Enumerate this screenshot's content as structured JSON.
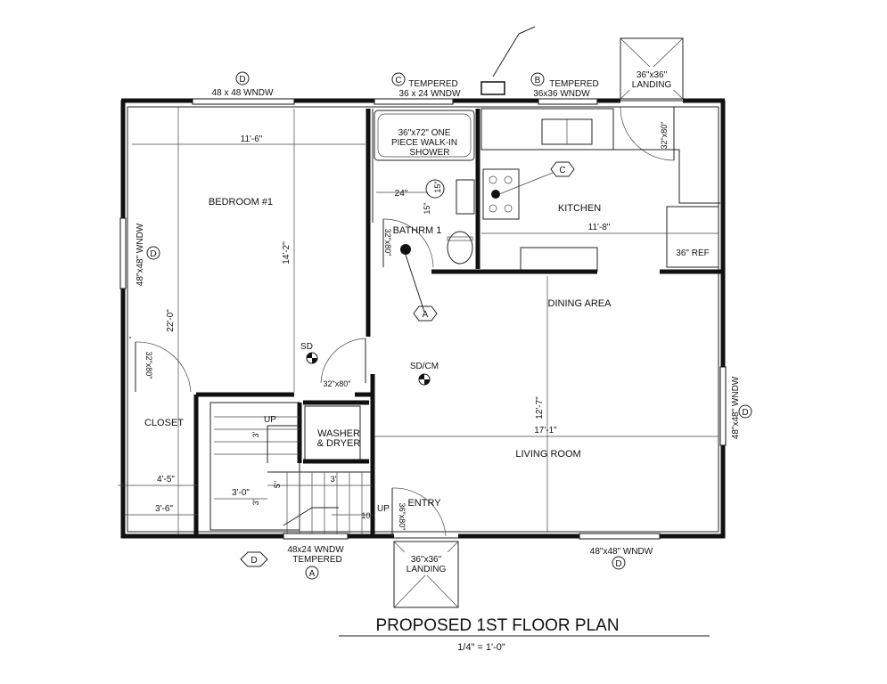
{
  "title": "PROPOSED 1ST FLOOR PLAN",
  "scale": "1/4\" = 1'-0\"",
  "rooms": {
    "bedroom": "BEDROOM #1",
    "bath": "BATHRM 1",
    "kitchen": "KITCHEN",
    "dining": "DINING AREA",
    "living": "LIVING ROOM",
    "closet": "CLOSET",
    "washer_line1": "WASHER",
    "washer_line2": "& DRYER",
    "entry": "ENTRY"
  },
  "fixtures": {
    "shower_line1": "36\"x72\" ONE",
    "shower_line2": "PIECE WALK-IN",
    "shower_line3": "SHOWER",
    "fridge": "36\" REF",
    "sd": "SD",
    "sdcm": "SD/CM",
    "up_top": "UP",
    "up_bottom": "UP",
    "landing_top_size": "36\"x36\"",
    "landing_top_label": "LANDING",
    "landing_bottom_size": "36\"x36\"",
    "landing_bottom_label": "LANDING"
  },
  "windows": {
    "top_left_tag": "D",
    "top_left": "48 x 48 WNDW",
    "top_mid_tag": "C",
    "top_mid_line1": "TEMPERED",
    "top_mid_line2": "36 x 24 WNDW",
    "top_right_tag": "B",
    "top_right_line1": "TEMPERED",
    "top_right_line2": "36x36 WNDW",
    "left_tag": "D",
    "left": "48\"x48\" WNDW",
    "right_tag": "D",
    "right": "48\"x48\" WNDW",
    "bottom_right": "48\"x48\" WNDW",
    "bottom_right_tag": "D",
    "bottom_left_tag": "D",
    "bottom_left_line1": "48x24 WNDW",
    "bottom_left_line2": "TEMPERED",
    "bottom_left_tag2": "A"
  },
  "doors": {
    "bath": "32\"x80\"",
    "kitchen_door": "32\"x80\"",
    "bedroom": "32\"x80\"",
    "closet": "32\"x80\"",
    "entry": "36\"x80\""
  },
  "dimensions": {
    "bedroom_width": "11'-6\"",
    "bedroom_depth": "14'-2\"",
    "overall_depth": "22'-0\"",
    "kitchen_width": "11'-8\"",
    "living_depth": "12'-7\"",
    "living_width": "17'-1\"",
    "bath_24": "24\"",
    "bath_15a": "15\"",
    "bath_15b": "15\"",
    "closet_a": "4'-5\"",
    "closet_b": "3'-6\"",
    "stair_3_0": "3'-0\"",
    "stair_3a": "3'",
    "stair_3b": "3'",
    "stair_3c": "3'",
    "stair_5": "5\"",
    "stair_10": "10\""
  },
  "callouts": {
    "a": "A",
    "c": "C"
  }
}
